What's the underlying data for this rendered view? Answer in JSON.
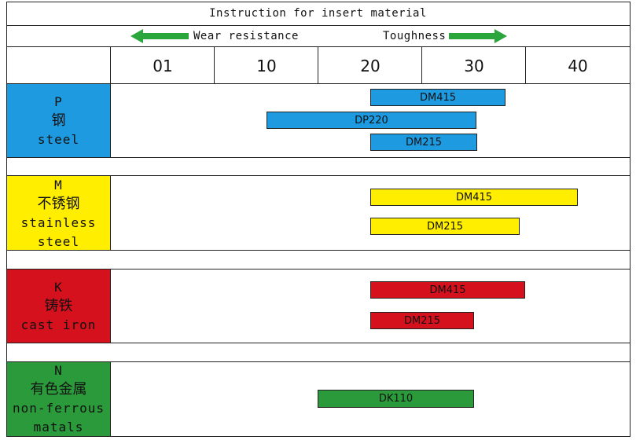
{
  "title": "Instruction for insert material",
  "direction": {
    "left_label": "Wear resistance",
    "right_label": "Toughness",
    "arrow_color": "#2aa63c"
  },
  "grades": [
    "01",
    "10",
    "20",
    "30",
    "40"
  ],
  "categories": [
    {
      "code": "P",
      "cn": "钢",
      "en": [
        "steel"
      ],
      "color": "#1e9be0",
      "bars": [
        {
          "label": "DM415",
          "from": 20,
          "to": 33
        },
        {
          "label": "DP220",
          "from": 10,
          "to": 30.2
        },
        {
          "label": "DM215",
          "from": 20,
          "to": 30.3
        }
      ]
    },
    {
      "code": "M",
      "cn": "不锈钢",
      "en": [
        "stainless",
        "steel"
      ],
      "color": "#ffee00",
      "bars": [
        {
          "label": "DM415",
          "from": 20,
          "to": 40
        },
        {
          "label": "DM215",
          "from": 20,
          "to": 34.4
        }
      ]
    },
    {
      "code": "K",
      "cn": "铸铁",
      "en": [
        "cast iron"
      ],
      "color": "#d5111d",
      "bars": [
        {
          "label": "DM415",
          "from": 20,
          "to": 34.9
        },
        {
          "label": "DM215",
          "from": 20,
          "to": 30
        }
      ]
    },
    {
      "code": "N",
      "cn": "有色金属",
      "en": [
        "non-ferrous",
        "matals"
      ],
      "color": "#2a9a3a",
      "bars": [
        {
          "label": "DK110",
          "from": 14.9,
          "to": 30
        }
      ]
    }
  ]
}
